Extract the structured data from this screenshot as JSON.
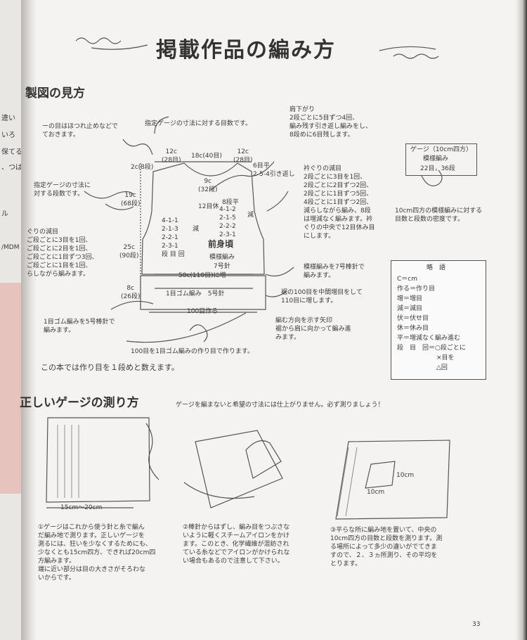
{
  "title": "掲載作品の編み方",
  "left_page": {
    "fragments": [
      "違い",
      "いろ",
      "保てる",
      "、つば",
      "ル",
      "/MDM"
    ]
  },
  "section1": {
    "heading": "製図の見方",
    "notes": {
      "holding_stitches": "ーの目はほつれ止めなどで\nておきます。",
      "gauge_count": "指定ゲージの寸法に対する目数です。",
      "shoulder": "肩下がり\n2段ごとに5目ずつ4回、\n編み残す引き返し編みをし、\n8段めに6目残します。",
      "row_count": "指定ゲージの寸法に\n対する段数です。",
      "neckline": "衿ぐりの減目\n2段ごとに3目を1回、\n2段ごとに2目ずつ2回、\n2段ごとに1目ずつ5回、\n4段ごとに1目ずつ2回、\n減らしながら編み、8段\nは増減なく編みます。衿\nぐりの中央で12目休み目\nにします。",
      "armhole": "ぐりの減目\nご段ごとに3目を1回、\nご段ごとに2目を1回、\nご段ごとに1目ずつ3回、\nご段ごとに1目を1回、\nらしながら編みます。",
      "pattern_needle": "模様編みを7号棒針で\n編みます。",
      "increase": "裾の100目を中間増目をして\n110目に増します。",
      "direction": "編む方向を示す矢印\n裾から肩に向かって編み進\nみます。",
      "rib_needle": "1目ゴム編みを5号棒針で\n編みます。",
      "cast_on": "100目を1目ゴム編みの作り目で作ります。",
      "gauge_desc": "10cm四方の模様編みに対する\n目数と段数の密度です。"
    },
    "diagram": {
      "top_left": "12c\n(28目)",
      "top_center": "18c(40目)",
      "top_right": "12c\n(28目)",
      "shoulder_rows": "6目平\n2-5-4引き返し",
      "left_2c": "2c(8段)",
      "neck_depth": "9c\n(32段)",
      "neck_label": "8段平",
      "neck_12": "12目休",
      "left_19c": "19c\n(68段)",
      "left_25c": "25c\n(90段)",
      "left_8c": "8c\n(26段)",
      "left_dec": "4-1-1\n2-1-3\n2-2-1\n2-3-1\n段 目 回",
      "dec1": "減",
      "right_dec": "4-1-2\n2-1-5\n2-2-2\n2-3-1",
      "dec2": "減",
      "piece_name": "前身頃",
      "piece_pattern": "模様編み",
      "piece_needle": "7号針",
      "width_label": "50c(110目)に増",
      "rib_label": "1目ゴム編み　5号針",
      "bottom_label": "100目作る"
    },
    "rows_note": "この本では作り目を１段めと数えます。",
    "gauge_box": {
      "title": "ゲージ（10cm四方）",
      "pattern": "模様編み",
      "value": "22目，36段"
    },
    "legend": {
      "title": "略　語",
      "items": [
        "C＝cm",
        "作る＝作り目",
        "増＝増目",
        "減＝減目",
        "伏＝伏せ目",
        "休＝休み目",
        "平＝増減なく編み進む",
        "段　目　回＝○段ごとに",
        "×目を",
        "△回"
      ]
    }
  },
  "section2": {
    "heading": "正しいゲージの測り方",
    "subtitle": "ゲージを編まないと希望の寸法には仕上がりません。必ず測りましょう！",
    "fig1_label": "15cm～20cm",
    "fig3_labels": [
      "10cm",
      "10cm"
    ],
    "step1": "①ゲージはこれから使う針と糸で編ん\nだ編み地で測ります。正しいゲージを\n測るには、狂いを少なくするためにも、\n少なくとも15cm四方、できれば20cm四\n方編みます。\n端に近い部分は目の大きさがそろわな\nいからです。",
    "step2": "②棒針からはずし、編み目をつぶさな\nいように軽くスチームアイロンをかけ\nます。このとき、化学繊維が混紡され\nている糸などでアイロンがかけられな\nい場合もあるので注意して下さい。",
    "step3": "③平らな所に編み地を置いて、中央の\n10cm四方の目数と段数を測ります。測\nる場所によって多少の違いがでてきま\nすので、２、３ヵ所測り、その平均を\nとります。"
  },
  "page_number": "33"
}
